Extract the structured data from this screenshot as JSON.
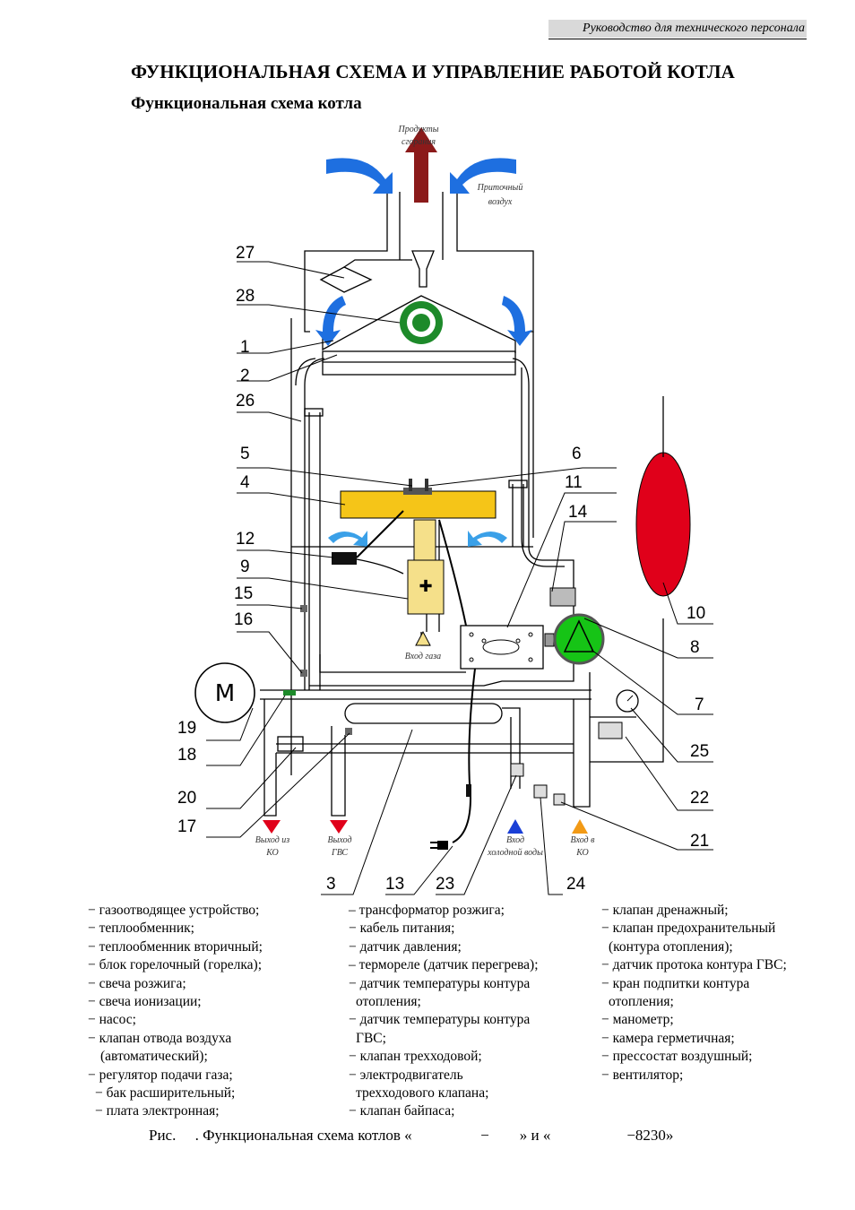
{
  "header": {
    "note": "Руководство для технического персонала",
    "title": "ФУНКЦИОНАЛЬНАЯ СХЕМА И УПРАВЛЕНИЕ РАБОТОЙ КОТЛА",
    "subtitle": "Функциональная схема котла"
  },
  "diagram": {
    "flue_label_1": "Продукты",
    "flue_label_2": "сгорания",
    "air_label_1": "Приточный",
    "air_label_2": "воздух",
    "gas_in": "Вход газа",
    "out_heating_1": "Выход из",
    "out_heating_2": "КО",
    "out_dhw_1": "Выход",
    "out_dhw_2": "ГВС",
    "cold_in_1": "Вход",
    "cold_in_2": "холодной воды",
    "in_heating_1": "Вход в",
    "in_heating_2": "КО",
    "motor_symbol": "M",
    "numbers": [
      "27",
      "28",
      "1",
      "2",
      "26",
      "5",
      "6",
      "4",
      "11",
      "14",
      "12",
      "9",
      "15",
      "16",
      "10",
      "8",
      "7",
      "19",
      "18",
      "25",
      "22",
      "20",
      "17",
      "21",
      "3",
      "13",
      "23",
      "24"
    ],
    "colors": {
      "flue": "#8b1a1a",
      "air": "#1e6fe0",
      "vessel": "#e0001a",
      "burner": "#f5c518",
      "pump": "#16c416",
      "fan": "#1d8a2a"
    }
  },
  "legend": {
    "col1": [
      "− газоотводящее устройство;",
      "− теплообменник;",
      "− теплообменник вторичный;",
      "− блок горелочный (горелка);",
      "− свеча розжига;",
      "− свеча ионизации;",
      "− насос;",
      "− клапан отвода воздуха",
      "(автоматический);",
      "− регулятор подачи газа;",
      "− бак расширительный;",
      "− плата электронная;"
    ],
    "col2": [
      "– трансформатор розжига;",
      "− кабель питания;",
      "− датчик давления;",
      "– термореле (датчик перегрева);",
      "− датчик температуры контура",
      "отопления;",
      "− датчик температуры контура",
      "ГВС;",
      "− клапан трехходовой;",
      "− электродвигатель",
      "трехходового клапана;",
      "− клапан байпаса;"
    ],
    "col3": [
      "− клапан дренажный;",
      "− клапан предохранительный",
      "(контура отопления);",
      "− датчик протока контура ГВС;",
      "− кран подпитки контура",
      "отопления;",
      "− манометр;",
      "− камера герметичная;",
      "− прессостат воздушный;",
      "− вентилятор;"
    ]
  },
  "caption": "Рис.     . Функциональная схема котлов «                  −        » и «                    −8230»"
}
